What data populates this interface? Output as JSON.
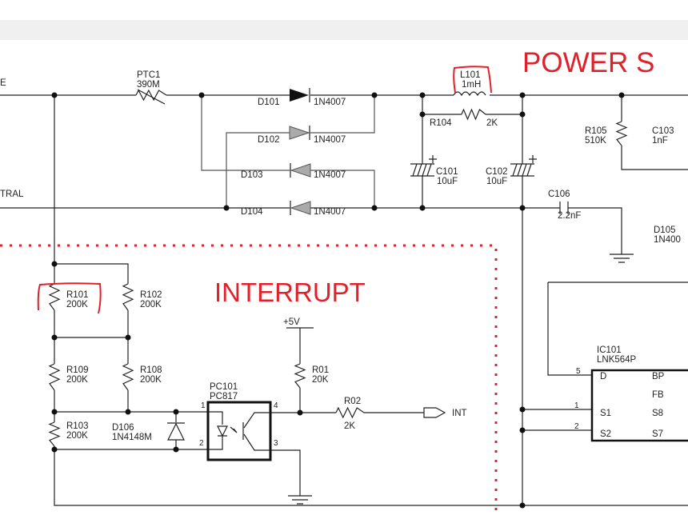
{
  "titles": {
    "power": "POWER S",
    "interrupt": "INTERRUPT"
  },
  "nets": {
    "line": "E",
    "neutral": "TRAL",
    "vcc": "+5V",
    "int": "INT"
  },
  "components": {
    "ptc1": {
      "ref": "PTC1",
      "value": "390M"
    },
    "d101": {
      "ref": "D101",
      "value": "1N4007"
    },
    "d102": {
      "ref": "D102",
      "value": "1N4007"
    },
    "d103": {
      "ref": "D103",
      "value": "1N4007"
    },
    "d104": {
      "ref": "D104",
      "value": "1N4007"
    },
    "l101": {
      "ref": "L101",
      "value": "1mH"
    },
    "r104": {
      "ref": "R104",
      "value": "2K"
    },
    "c101": {
      "ref": "C101",
      "value": "10uF"
    },
    "c102": {
      "ref": "C102",
      "value": "10uF"
    },
    "r105": {
      "ref": "R105",
      "value": "510K"
    },
    "c103": {
      "ref": "C103",
      "value": "1nF"
    },
    "c106": {
      "ref": "C106",
      "value": "2.2nF"
    },
    "d105": {
      "ref": "D105",
      "value": "1N400"
    },
    "r101": {
      "ref": "R101",
      "value": "200K"
    },
    "r102": {
      "ref": "R102",
      "value": "200K"
    },
    "r109": {
      "ref": "R109",
      "value": "200K"
    },
    "r108": {
      "ref": "R108",
      "value": "200K"
    },
    "r103": {
      "ref": "R103",
      "value": "200K"
    },
    "d106": {
      "ref": "D106",
      "value": "1N4148M"
    },
    "pc101": {
      "ref": "PC101",
      "value": "PC817",
      "pins": [
        "1",
        "2",
        "3",
        "4"
      ]
    },
    "r01": {
      "ref": "R01",
      "value": "20K"
    },
    "r02": {
      "ref": "R02",
      "value": "2K"
    },
    "ic101": {
      "ref": "IC101",
      "value": "LNK564P",
      "pin_numbers": [
        "5",
        "1",
        "2"
      ],
      "left_pins": [
        "D",
        "S1",
        "S2"
      ],
      "right_pins": [
        "BP",
        "FB",
        "S8",
        "S7"
      ]
    }
  },
  "colors": {
    "annotation": "#e0202a",
    "wire": "#222222",
    "toolbar": "#f0f0f0"
  }
}
